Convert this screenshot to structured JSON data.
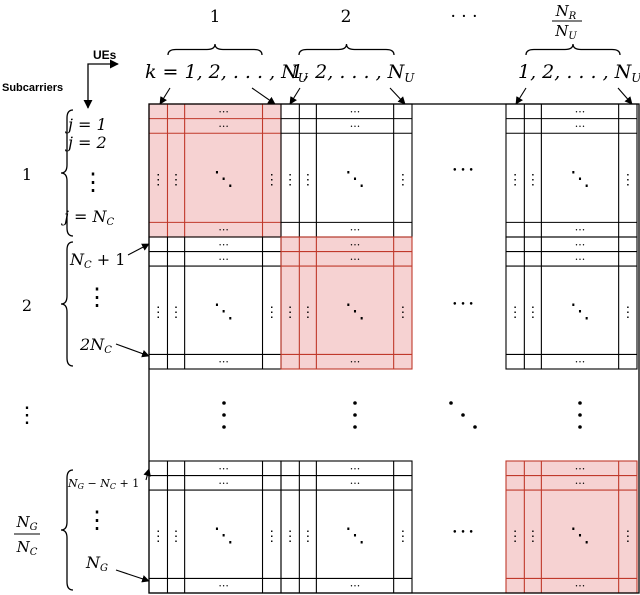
{
  "column_groups": [
    {
      "label": "1",
      "range_label": "k = 1, 2, . . . , N_U"
    },
    {
      "label": "2",
      "range_label": "1, 2, . . . , N_U"
    },
    {
      "label": "· · ·",
      "range_label": ""
    },
    {
      "label": "N_R / N_U",
      "range_label": "1, 2, . . . , N_U"
    }
  ],
  "labels": {
    "ues": "UEs",
    "subcarriers": "Subcarriers",
    "col_last_num": "N",
    "col_last_num_sub": "R",
    "col_last_den": "N",
    "col_last_den_sub": "U",
    "k_prefix": "k = 1, 2, . . . , N",
    "k_sub": "U",
    "range_prefix": "1, 2, . . . , N",
    "range_sub": "U"
  },
  "row_groups": [
    {
      "label": "1",
      "first": "j = 1",
      "second": "j = 2",
      "last": "j = N",
      "last_sub": "C"
    },
    {
      "label": "2",
      "first": "N",
      "first_sub": "C",
      "first_suffix": " + 1",
      "last": "2N",
      "last_sub": "C"
    },
    {
      "label": "⋮"
    },
    {
      "label_num": "N",
      "label_num_sub": "G",
      "label_den": "N",
      "label_den_sub": "C",
      "first": "N",
      "first_sub": "G",
      "first_mid": " − N",
      "first_mid_sub": "C",
      "first_suffix": " + 1",
      "last": "N",
      "last_sub": "G"
    }
  ],
  "glyphs": {
    "hdots": "···",
    "vdots": "⋮",
    "ddots": "⋱"
  },
  "colors": {
    "highlight_fill": "#f6d2d2",
    "highlight_stroke": "#c0392b",
    "line": "#000000"
  }
}
